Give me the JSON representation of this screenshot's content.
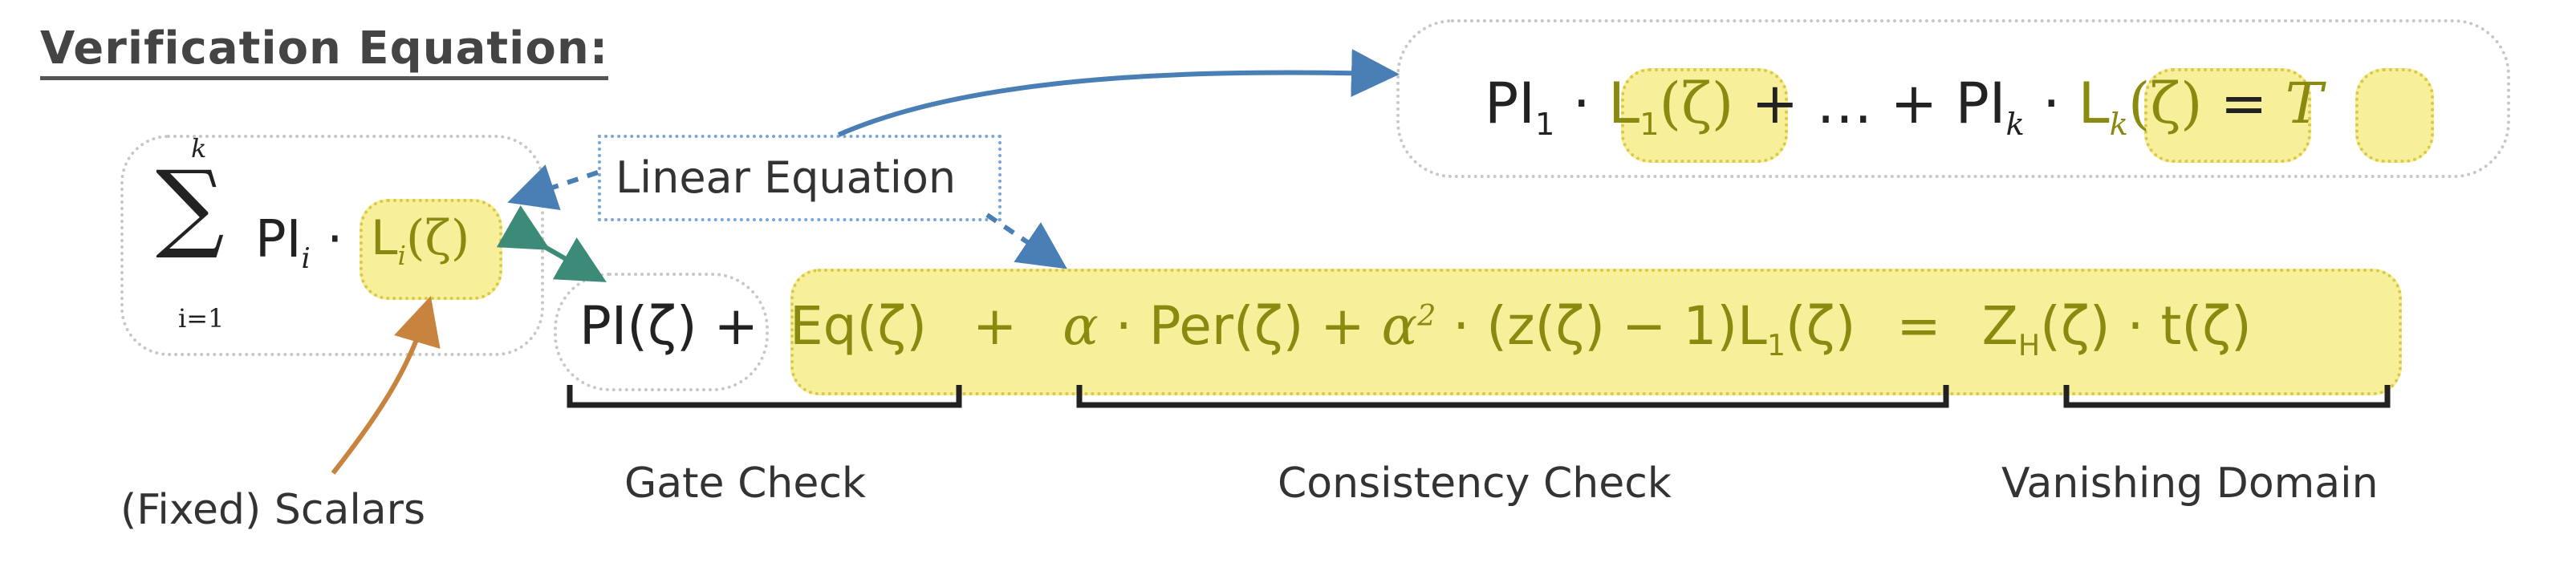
{
  "title": "Verification Equation:",
  "summation": {
    "upper": "k",
    "lower": "i=1",
    "sigma": "∑",
    "term": "PI",
    "term_sub": "i",
    "dot": "·",
    "lagrange": "L",
    "lagrange_sub": "i",
    "lagrange_arg": "(ζ)"
  },
  "linear_equation_label": "Linear Equation",
  "top_equation": {
    "pi1": "PI",
    "pi1_sub": "1",
    "dot": "·",
    "l1": "L",
    "l1_sub": "1",
    "arg": "(ζ)",
    "plus1": "+",
    "dots": "…",
    "plus2": "+",
    "pik": "PI",
    "pik_sub": "k",
    "lk": "L",
    "lk_sub": "k",
    "eq": "=",
    "t": "T"
  },
  "main_equation": {
    "pi_zeta": "PI(ζ)",
    "plus0": "+",
    "eq_zeta": "Eq(ζ)",
    "plus1": "+",
    "alpha": "α",
    "dot1": "·",
    "per": "Per(ζ)",
    "plus2": "+",
    "alpha2": "α",
    "alpha2_sup": "2",
    "dot2": "·",
    "zterm": "(z(ζ) − 1)L",
    "zterm_sub": "1",
    "zterm_arg": "(ζ)",
    "equals": "=",
    "zh": "Z",
    "zh_sub": "H",
    "zh_arg": "(ζ)",
    "dot3": "·",
    "t": "t(ζ)"
  },
  "labels": {
    "gate_check": "Gate Check",
    "consistency_check": "Consistency Check",
    "vanishing_domain": "Vanishing Domain",
    "fixed_scalars": "(Fixed) Scalars"
  },
  "colors": {
    "highlight_fill": "#f7ef9a",
    "highlight_border": "#d9c94a",
    "highlight_text": "#8a8a10",
    "blue_arrow": "#4a7fb5",
    "teal_arrow": "#3c8a78",
    "orange_arrow": "#c8843e"
  }
}
